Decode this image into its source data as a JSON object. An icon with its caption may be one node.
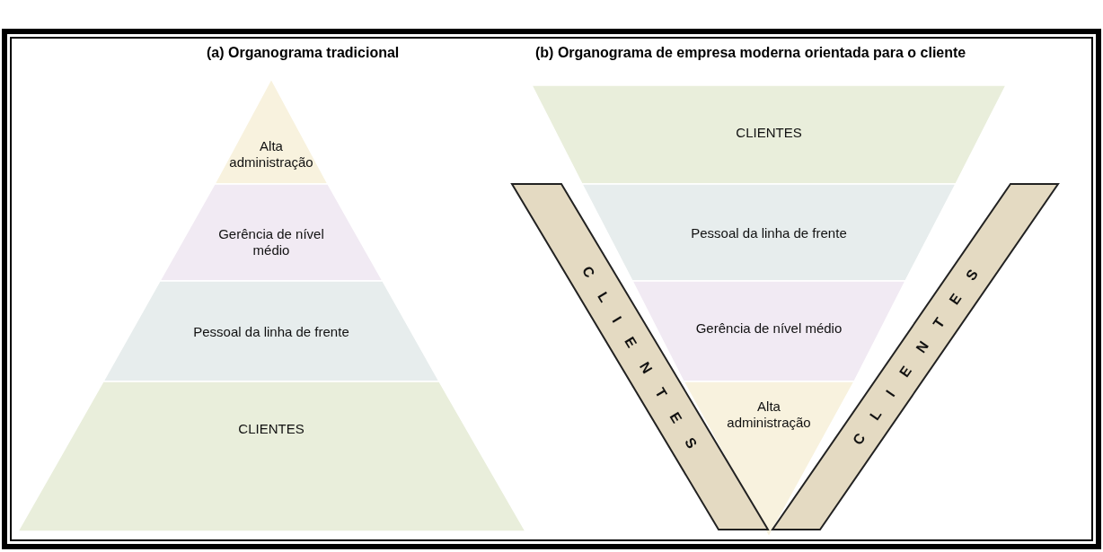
{
  "diagram": {
    "nodes": [
      {
        "text": [
          "Alta administração"
        ]
      },
      {
        "text": [
          "Gerência de nível médio"
        ]
      },
      {
        "text": [
          "Pessoal da linha de frente"
        ]
      },
      {
        "text": [
          "CLIENTES"
        ]
      },
      {
        "text": [
          "CLIENTES"
        ]
      },
      {
        "text": [
          "Pessoal da linha de frente"
        ]
      },
      {
        "text": [
          "Gerência de nível médio"
        ]
      },
      {
        "text": [
          "Alta administração"
        ]
      },
      {
        "text": [
          "CLIENTES"
        ]
      },
      {
        "text": [
          "CLIENTES"
        ]
      }
    ],
    "edges": [],
    "labels": [
      "(a) Organograma tradicional",
      "(b) Organograma de empresa moderna orientada para o cliente"
    ]
  }
}
